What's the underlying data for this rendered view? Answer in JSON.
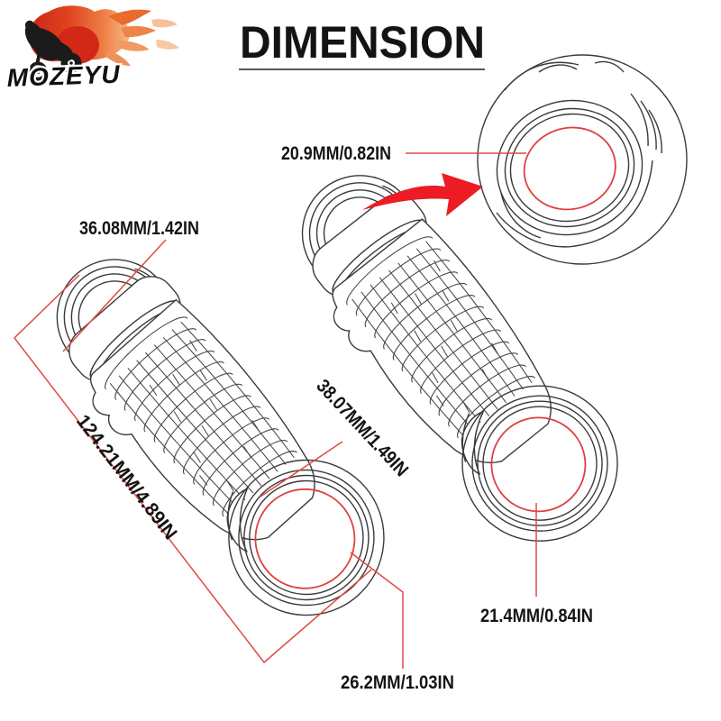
{
  "brand": {
    "name": "MOZEYU",
    "logo_icon": "motocross-rider-flames-icon"
  },
  "header": {
    "title": "DIMENSION"
  },
  "callout": {
    "detail_bore_label": "20.9MM/0.82IN"
  },
  "dimensions": {
    "cap_outer_diameter": "36.08MM/1.42IN",
    "grip_length": "124.21MM/4.89IN",
    "end_outer_diameter": "38.07MM/1.49IN",
    "left_bore_diameter": "26.2MM/1.03IN",
    "right_bore_diameter": "21.4MM/0.84IN"
  },
  "colors": {
    "line_art": "#3a3a3a",
    "dimension_red": "#e04a42",
    "arrow_red": "#ed1c24",
    "flame_red": "#d32817",
    "flame_orange": "#ee8448",
    "text": "#141414",
    "background": "#ffffff"
  }
}
